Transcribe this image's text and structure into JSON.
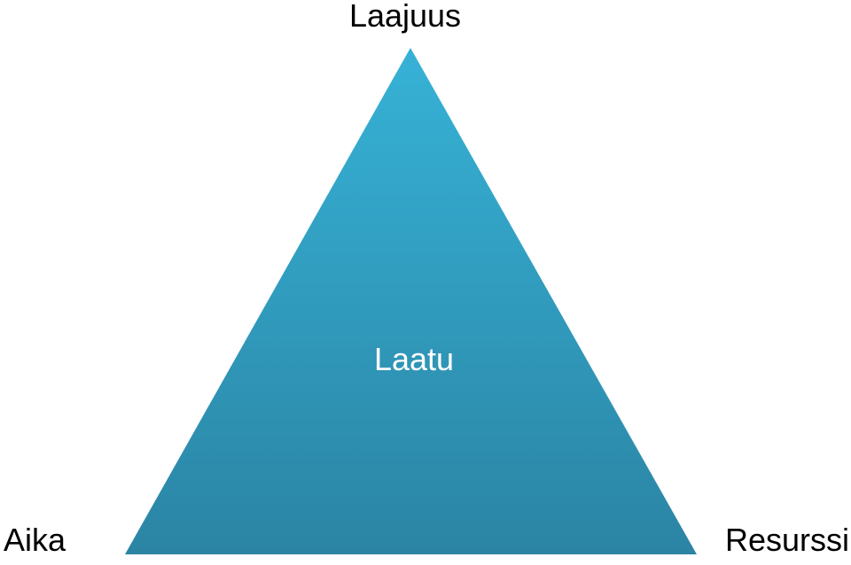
{
  "diagram": {
    "vertices": {
      "top": "Laajuus",
      "left": "Aika",
      "right": "Resurssi"
    },
    "center": "Laatu",
    "colors": {
      "fill_top": "#36b2d6",
      "fill_bottom": "#2b84a4",
      "center_text": "#ffffff",
      "vertex_text": "#000000"
    }
  }
}
